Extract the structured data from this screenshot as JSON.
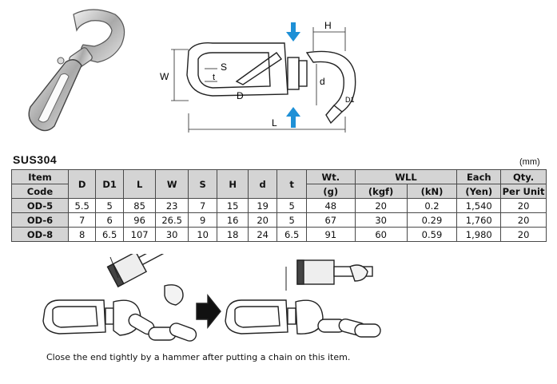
{
  "material": "SUS304",
  "unit": "(mm)",
  "drawing_labels": {
    "W": "W",
    "S": "S",
    "t": "t",
    "D": "D",
    "H": "H",
    "d": "d",
    "D1": "D1",
    "L": "L"
  },
  "table": {
    "headers_top": {
      "item": "Item",
      "wt": "Wt.",
      "wll": "WLL",
      "each": "Each",
      "qty": "Qty."
    },
    "headers_bottom": {
      "code": "Code",
      "wt_unit": "(g)",
      "kgf": "(kgf)",
      "kn": "(kN)",
      "yen": "(Yen)",
      "per_unit": "Per Unit"
    },
    "dim_headers": [
      "D",
      "D1",
      "L",
      "W",
      "S",
      "H",
      "d",
      "t"
    ],
    "rows": [
      {
        "code": "OD-5",
        "D": "5.5",
        "D1": "5",
        "L": "85",
        "W": "23",
        "S": "7",
        "H": "15",
        "d": "19",
        "t": "5",
        "wt": "48",
        "kgf": "20",
        "kn": "0.2",
        "yen": "1,540",
        "qty": "20"
      },
      {
        "code": "OD-6",
        "D": "7",
        "D1": "6",
        "L": "96",
        "W": "26.5",
        "S": "9",
        "H": "16",
        "d": "20",
        "t": "5",
        "wt": "67",
        "kgf": "30",
        "kn": "0.29",
        "yen": "1,760",
        "qty": "20"
      },
      {
        "code": "OD-8",
        "D": "8",
        "D1": "6.5",
        "L": "107",
        "W": "30",
        "S": "10",
        "H": "18",
        "d": "24",
        "t": "6.5",
        "wt": "91",
        "kgf": "60",
        "kn": "0.59",
        "yen": "1,980",
        "qty": "20"
      }
    ]
  },
  "note": "Close the end tightly by a hammer after putting a chain on this item.",
  "colors": {
    "arrow_blue": "#1e90d6",
    "header_gray": "#d4d4d4"
  }
}
